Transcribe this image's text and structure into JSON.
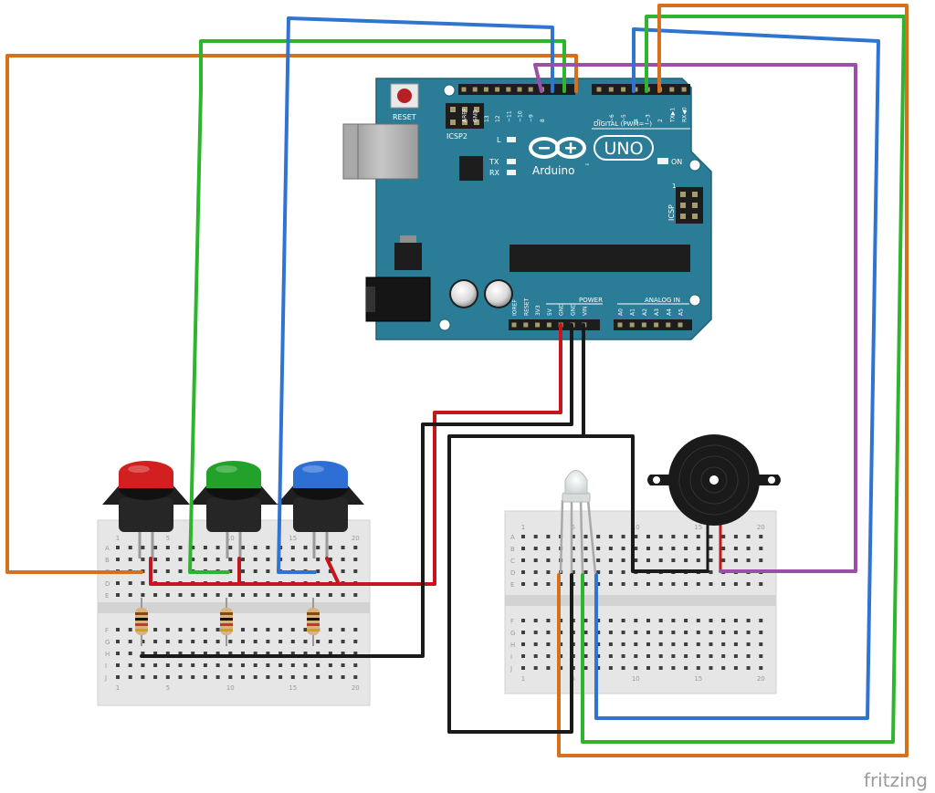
{
  "arduino": {
    "reset_label": "RESET",
    "icsp2_label": "ICSP2",
    "icsp_label": "ICSP",
    "icsp_pin1": "1",
    "l_label": "L",
    "tx_label": "TX",
    "rx_label": "RX",
    "on_label": "ON",
    "brand": "Arduino",
    "tm": "™",
    "model": "UNO",
    "digital_label": "DIGITAL (PWM=~)",
    "power_label": "POWER",
    "analog_label": "ANALOG IN",
    "digital_pins": [
      "AREF",
      "GND",
      "13",
      "12",
      "~11",
      "~10",
      "~9",
      "8",
      "7",
      "~6",
      "~5",
      "4",
      "~3",
      "2",
      "TX▶1",
      "RX◀0"
    ],
    "power_pins": [
      "IOREF",
      "RESET",
      "3V3",
      "5V",
      "GND",
      "GND",
      "VIN"
    ],
    "analog_pins": [
      "A0",
      "A1",
      "A2",
      "A3",
      "A4",
      "A5"
    ]
  },
  "breadboard_left": {
    "rows_top": [
      "A",
      "B",
      "C",
      "D",
      "E"
    ],
    "rows_bottom": [
      "F",
      "G",
      "H",
      "I",
      "J"
    ],
    "col_labels": [
      "1",
      "5",
      "10",
      "15",
      "20"
    ]
  },
  "breadboard_right": {
    "rows_top": [
      "A",
      "B",
      "C",
      "D",
      "E"
    ],
    "rows_bottom": [
      "F",
      "G",
      "H",
      "I",
      "J"
    ],
    "col_labels": [
      "1",
      "5",
      "10",
      "15",
      "20"
    ]
  },
  "components": {
    "buttons": [
      {
        "name": "red",
        "color": "#d21f1f"
      },
      {
        "name": "green",
        "color": "#22a22a"
      },
      {
        "name": "blue",
        "color": "#2e6fd6"
      }
    ]
  },
  "wire_colors": {
    "orange": "#d5711e",
    "green": "#2db52d",
    "blue": "#2f74d0",
    "purple": "#9b4fa8",
    "red": "#c4161c",
    "black": "#1a1a1a"
  },
  "watermark": "fritzing"
}
